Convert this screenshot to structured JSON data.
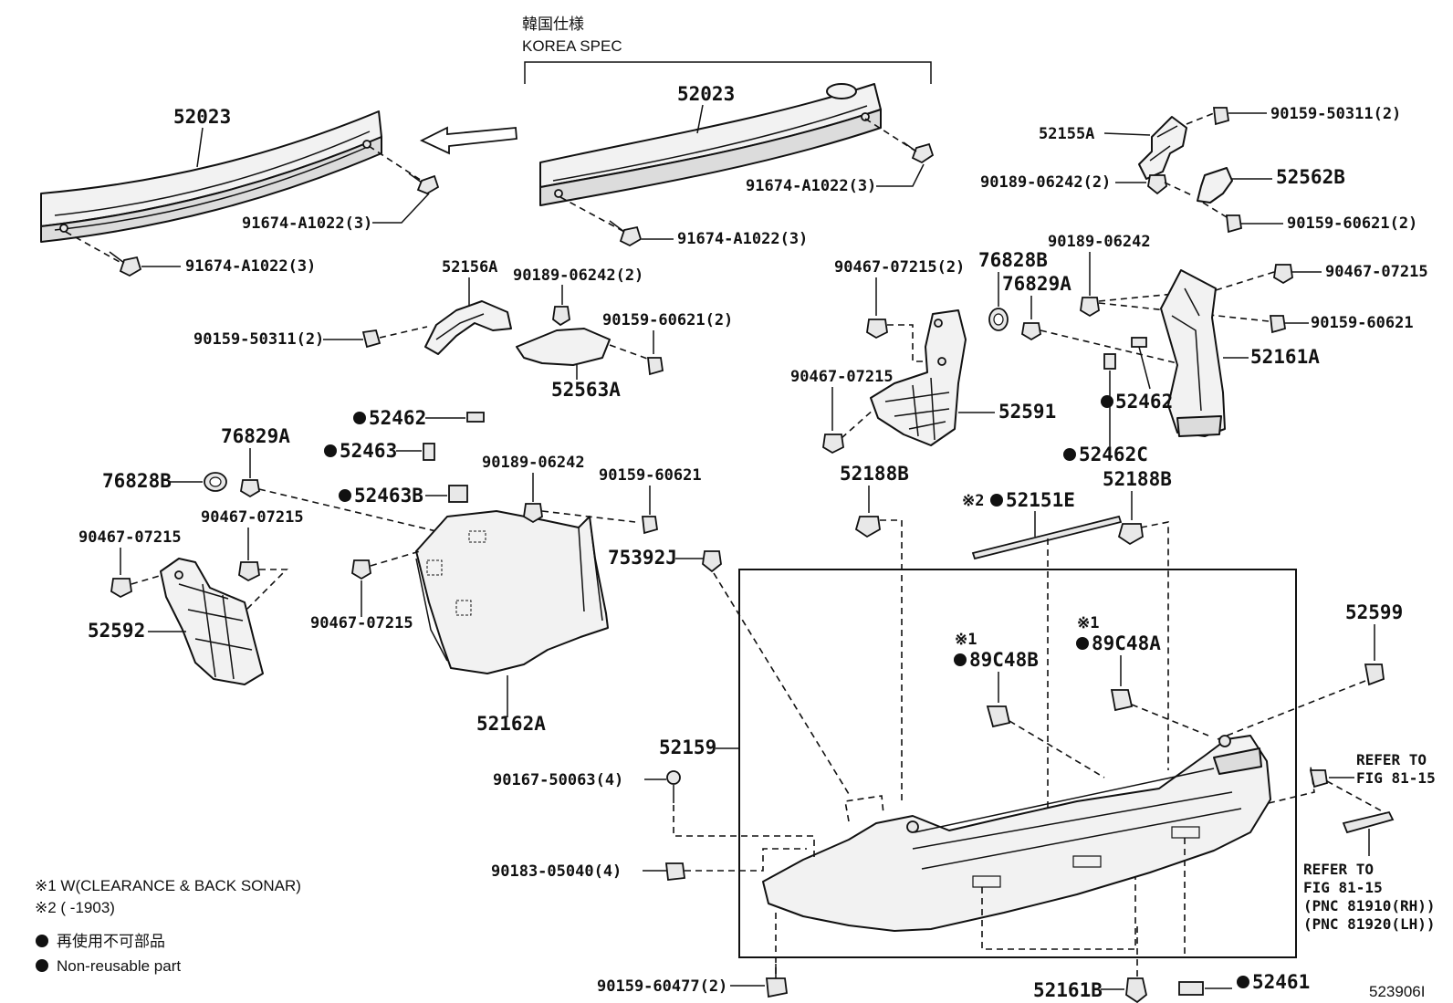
{
  "header": {
    "jp": "韓国仕様",
    "en": "KOREA SPEC"
  },
  "labels": {
    "p52023_left": "52023",
    "p52023_korea": "52023",
    "p91674_left_top": "91674-A1022(3)",
    "p91674_left_bottom": "91674-A1022(3)",
    "p91674_korea_right": "91674-A1022(3)",
    "p91674_korea_bottom": "91674-A1022(3)",
    "p52155A": "52155A",
    "p90159_50311_r": "90159-50311(2)",
    "p90189_06242_r2": "90189-06242(2)",
    "p52562B": "52562B",
    "p90159_60621_r2": "90159-60621(2)",
    "p52156A": "52156A",
    "p90189_06242_l2": "90189-06242(2)",
    "p90159_60621_l2": "90159-60621(2)",
    "p90159_50311_l": "90159-50311(2)",
    "p52563A": "52563A",
    "p90467_07215_a": "90467-07215(2)",
    "p76828B_r": "76828B",
    "p90189_06242_r": "90189-06242",
    "p90467_07215_r": "90467-07215",
    "p76829A_r": "76829A",
    "p90159_60621_r": "90159-60621",
    "p52161A": "52161A",
    "p90467_07215_b": "90467-07215",
    "p52591": "52591",
    "p52462_r": "52462",
    "p52462C": "52462C",
    "p52462_l": "52462",
    "p52463": "52463",
    "p52463B": "52463B",
    "p76829A_l": "76829A",
    "p76828B_l": "76828B",
    "p90467_07215_c": "90467-07215",
    "p90467_07215_d": "90467-07215",
    "p52592": "52592",
    "p90189_06242_m": "90189-06242",
    "p90159_60621_m": "90159-60621",
    "p90467_07215_e": "90467-07215",
    "p52162A": "52162A",
    "p75392J": "75392J",
    "p52188B_l": "52188B",
    "p52188B_r": "52188B",
    "p52151E": "52151E",
    "mark2": "※2",
    "mark1_a": "※1",
    "mark1_b": "※1",
    "p89C48B": "89C48B",
    "p89C48A": "89C48A",
    "p52599": "52599",
    "p52159": "52159",
    "p90167_50063": "90167-50063(4)",
    "p90183_05040": "90183-05040(4)",
    "p90159_60477": "90159-60477(2)",
    "p52161B": "52161B",
    "p52461": "52461",
    "refer1_a": "REFER TO",
    "refer1_b": "FIG 81-15",
    "refer2_a": "REFER TO",
    "refer2_b": "FIG 81-15",
    "refer2_c": "(PNC 81910(RH))",
    "refer2_d": "(PNC 81920(LH))",
    "diagram_id": "523906I"
  },
  "legend": {
    "note1": "※1 W(CLEARANCE & BACK SONAR)",
    "note2": "※2 (        -1903)",
    "nonreuse_jp": "再使用不可部品",
    "nonreuse_en": "Non-reusable part"
  }
}
